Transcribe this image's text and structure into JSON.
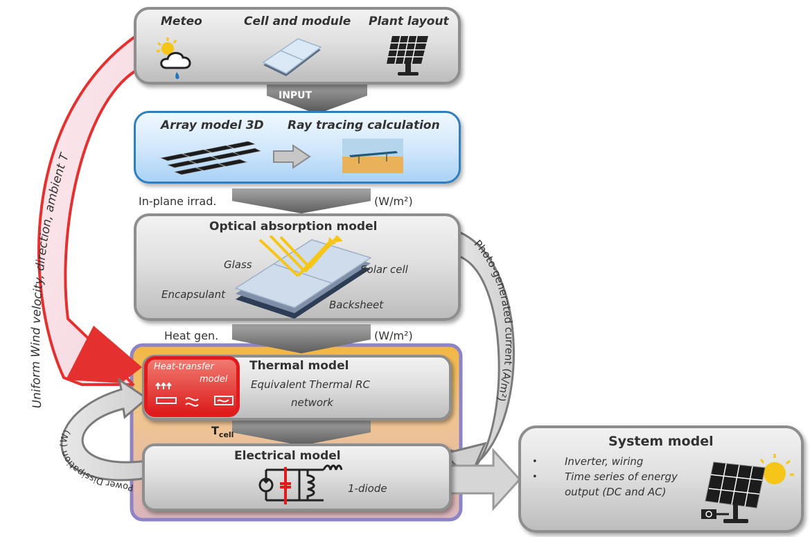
{
  "input": {
    "meteo": "Meteo",
    "cell_module": "Cell and module",
    "plant_layout": "Plant layout",
    "arrow_label": "INPUT"
  },
  "array": {
    "model3d": "Array model 3D",
    "raytracing": "Ray tracing calculation"
  },
  "flow1": {
    "left": "In-plane irrad.",
    "right": "(W/m²)"
  },
  "optical": {
    "title": "Optical absorption model",
    "glass": "Glass",
    "solar_cell": "Solar cell",
    "encapsulant": "Encapsulant",
    "backsheet": "Backsheet"
  },
  "flow2": {
    "left": "Heat gen.",
    "right": "(W/m²)"
  },
  "thermal": {
    "title": "Thermal model",
    "line1": "Equivalent Thermal RC",
    "line2": "network",
    "heat_transfer1": "Heat-transfer",
    "heat_transfer2": "model"
  },
  "tcell": {
    "main": "T",
    "sub": "cell"
  },
  "electrical": {
    "title": "Electrical model",
    "diode": "1-diode"
  },
  "system": {
    "title": "System model",
    "bullets": [
      "Inverter, wiring",
      "Time series of energy",
      "output (DC and AC)"
    ]
  },
  "curved": {
    "wind": "Uniform Wind velocity, direction, ambient T",
    "photo": "Photo-generated current (A/m²)",
    "power": "Power Dissipation (W)"
  },
  "colors": {
    "box_border": "#8e8e8e",
    "array_border": "#2f7fc0",
    "thermal_container": "#f2b640",
    "electrical_container": "#8c83c8",
    "heat_transfer_red": "#e11b1b",
    "wind_arrow": "#e53030"
  }
}
